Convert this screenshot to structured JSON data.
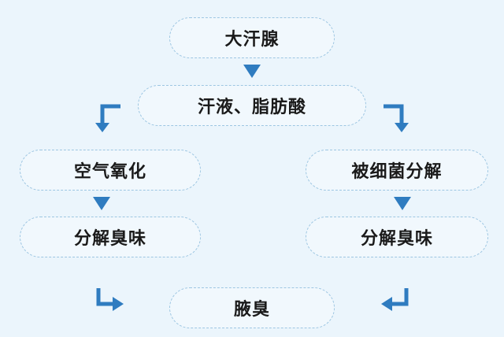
{
  "nodes": {
    "sweat_gland": "大汗腺",
    "fatty_acids": "汗液、脂肪酸",
    "air_oxidation": "空气氧化",
    "bacteria_decomp": "被细菌分解",
    "odor_left": "分解臭味",
    "odor_right": "分解臭味",
    "armpit_odor": "腋臭"
  },
  "colors": {
    "background": "#ebf5fc",
    "node_border": "#9dc6e2",
    "node_fill": "#f1f8fd",
    "arrow": "#2f7cc0",
    "text": "#1a1a1a"
  },
  "icons": [
    "arrow-down-icon",
    "elbow-arrow-icon"
  ]
}
